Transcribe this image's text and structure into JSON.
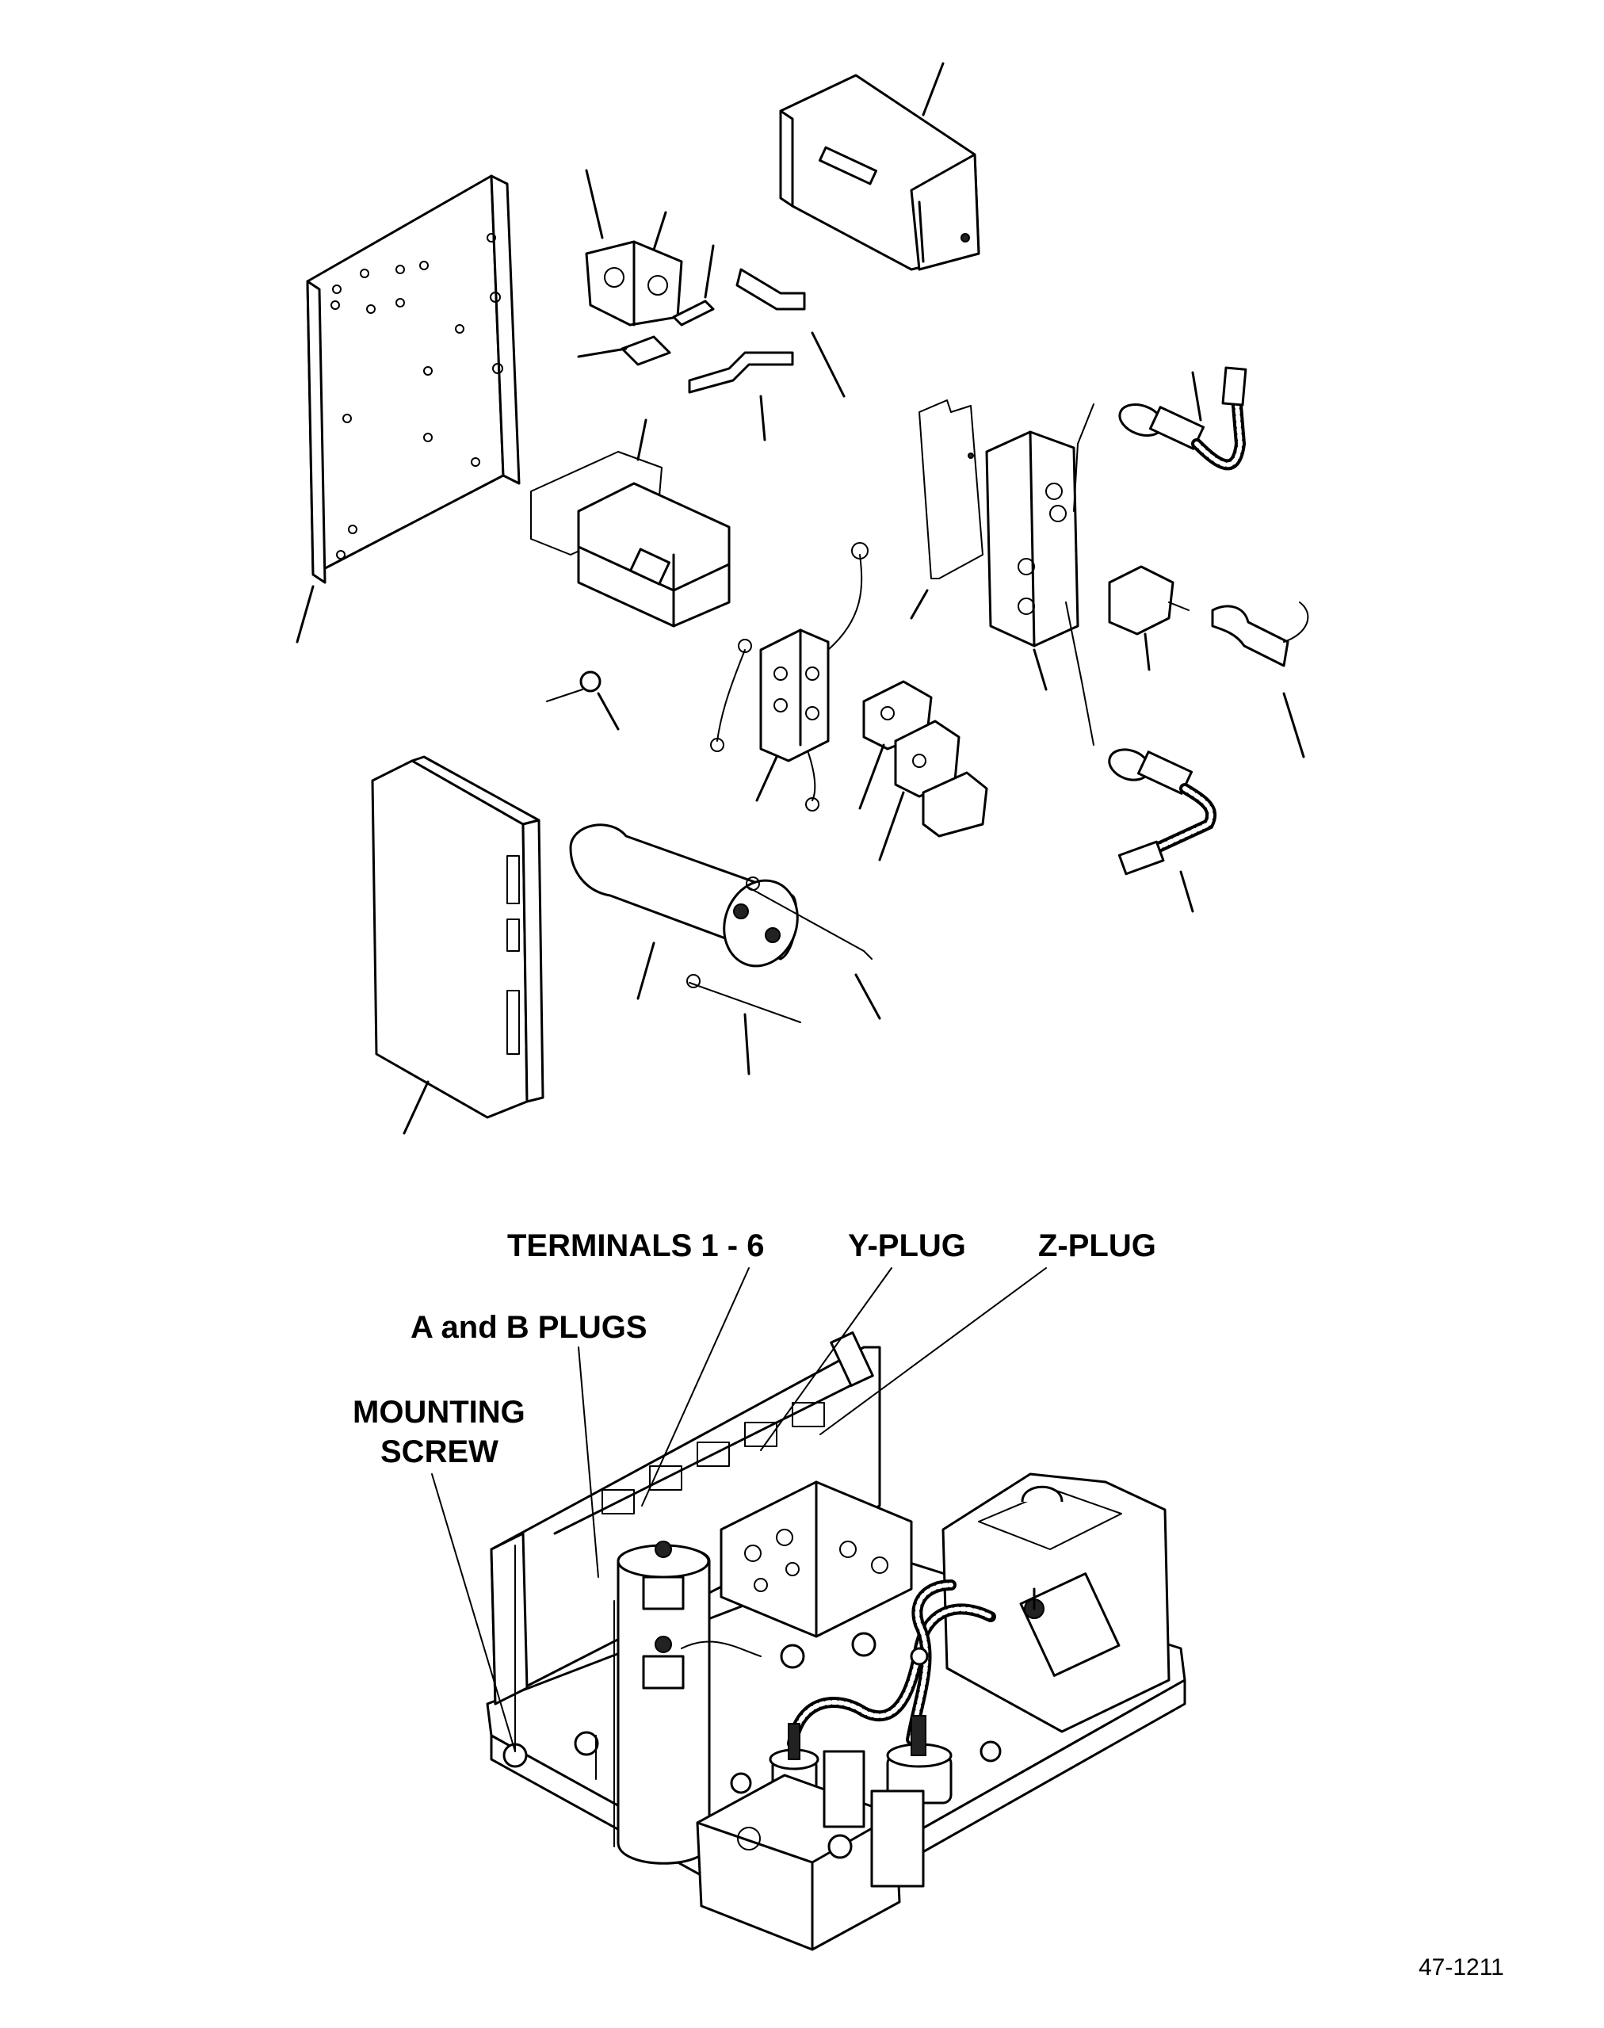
{
  "labels": {
    "terminals": "TERMINALS 1 - 6",
    "y_plug": "Y-PLUG",
    "z_plug": "Z-PLUG",
    "ab_plugs": "A and B PLUGS",
    "mounting_screw_line1": "MOUNTING",
    "mounting_screw_line2": "SCREW"
  },
  "figure_number": "47-1211"
}
